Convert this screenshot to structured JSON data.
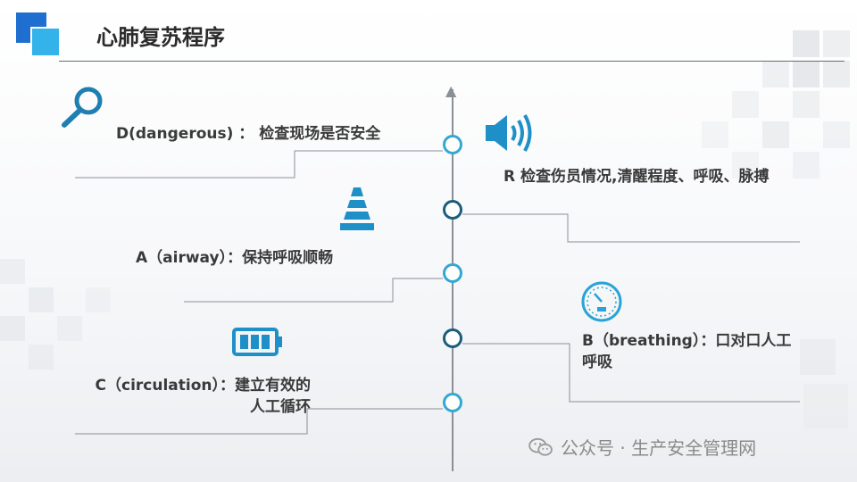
{
  "slide": {
    "title": "心肺复苏程序"
  },
  "steps": {
    "d": {
      "label": "D(dangerous) ：  检查现场是否安全",
      "icon": "magnifier-icon"
    },
    "r": {
      "label": "R 检查伤员情况,清醒程度、呼吸、脉搏",
      "icon": "speaker-icon"
    },
    "a": {
      "label": "A（airway）：保持呼吸顺畅",
      "icon": "traffic-cone-icon"
    },
    "b": {
      "label": "B（breathing）：口对口人工呼吸",
      "icon": "gauge-icon"
    },
    "c": {
      "label": "C（circulation）：建立有效的人工循环",
      "icon": "battery-icon"
    }
  },
  "footer": {
    "text": "公众号 · 生产安全管理网",
    "icon": "wechat-icon"
  },
  "colors": {
    "accent_light": "#34a7d3",
    "accent_dark": "#1c5d7d",
    "logo_blue": "#1e6fd0",
    "logo_cyan": "#34b3ea"
  }
}
